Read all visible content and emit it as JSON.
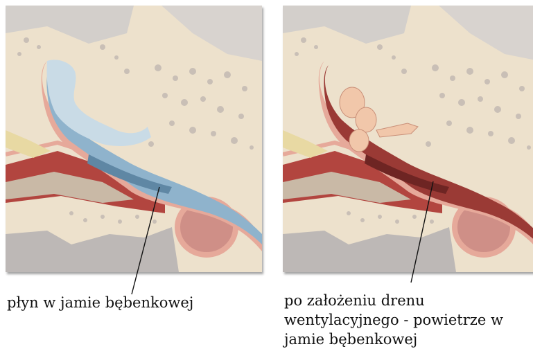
{
  "panels": [
    {
      "state": "fluid",
      "colors": {
        "cavity": "#8fb3cc",
        "cavity_shadow": "#5f87a4",
        "cavity_highlight": "#c9dbe6"
      },
      "caption": "płyn w jamie bębenkowej"
    },
    {
      "state": "air",
      "colors": {
        "cavity": "#9a3a35",
        "cavity_shadow": "#6e2523",
        "cavity_highlight": "#c56a5c"
      },
      "caption_lines": [
        "po założeniu drenu",
        "wentylacyjnego - powietrze w",
        "jamie bębenkowej"
      ]
    }
  ],
  "colors": {
    "bone": "#ede1cc",
    "bone_pore": "#c9bfb6",
    "skin": "#e6a99a",
    "flesh": "#b2453f",
    "canal": "#c9b9a6",
    "upper_grey": "#cfcac6",
    "lower_grey": "#bdb8b6",
    "ossicle": "#f1c7aa"
  }
}
